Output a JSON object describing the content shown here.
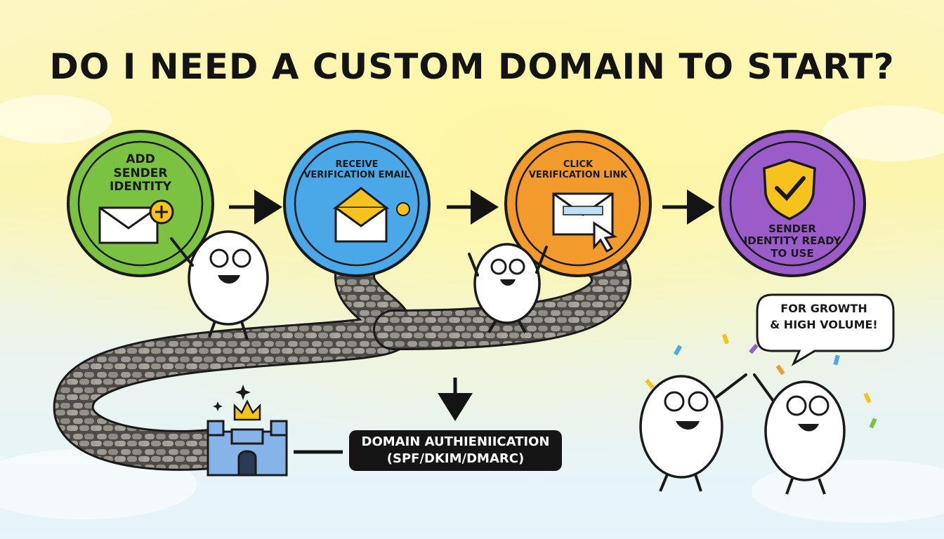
{
  "title": "DO I NEED A CUSTOM DOMAIN TO START?",
  "steps": [
    {
      "lines": [
        "ADD",
        "SENDER",
        "IDENTITY"
      ],
      "color": "#7cc242",
      "icon": "envelope-plus-icon"
    },
    {
      "lines": [
        "RECEIVE",
        "VERIFICATION EMAIL"
      ],
      "color": "#4aa7e8",
      "icon": "open-envelope-icon"
    },
    {
      "lines": [
        "CLICK",
        "VERIFICATION LINK"
      ],
      "color": "#f39a2d",
      "icon": "envelope-cursor-icon"
    },
    {
      "lines": [
        "SENDER",
        "IDENTITY READY",
        "TO USE"
      ],
      "color": "#9a5cc8",
      "icon": "shield-check-icon"
    }
  ],
  "speech_bubble": {
    "lines": [
      "FOR GROWTH",
      "& HIGH VOLUME!"
    ]
  },
  "domain_box": {
    "lines": [
      "DOMAIN AUTHIENIICATION",
      "(SPF/DKIM/DMARC)"
    ]
  },
  "colors": {
    "title": "#141414",
    "domain_box_bg": "#151515",
    "shield": "#f6c31e",
    "castle": "#86b4e8"
  }
}
